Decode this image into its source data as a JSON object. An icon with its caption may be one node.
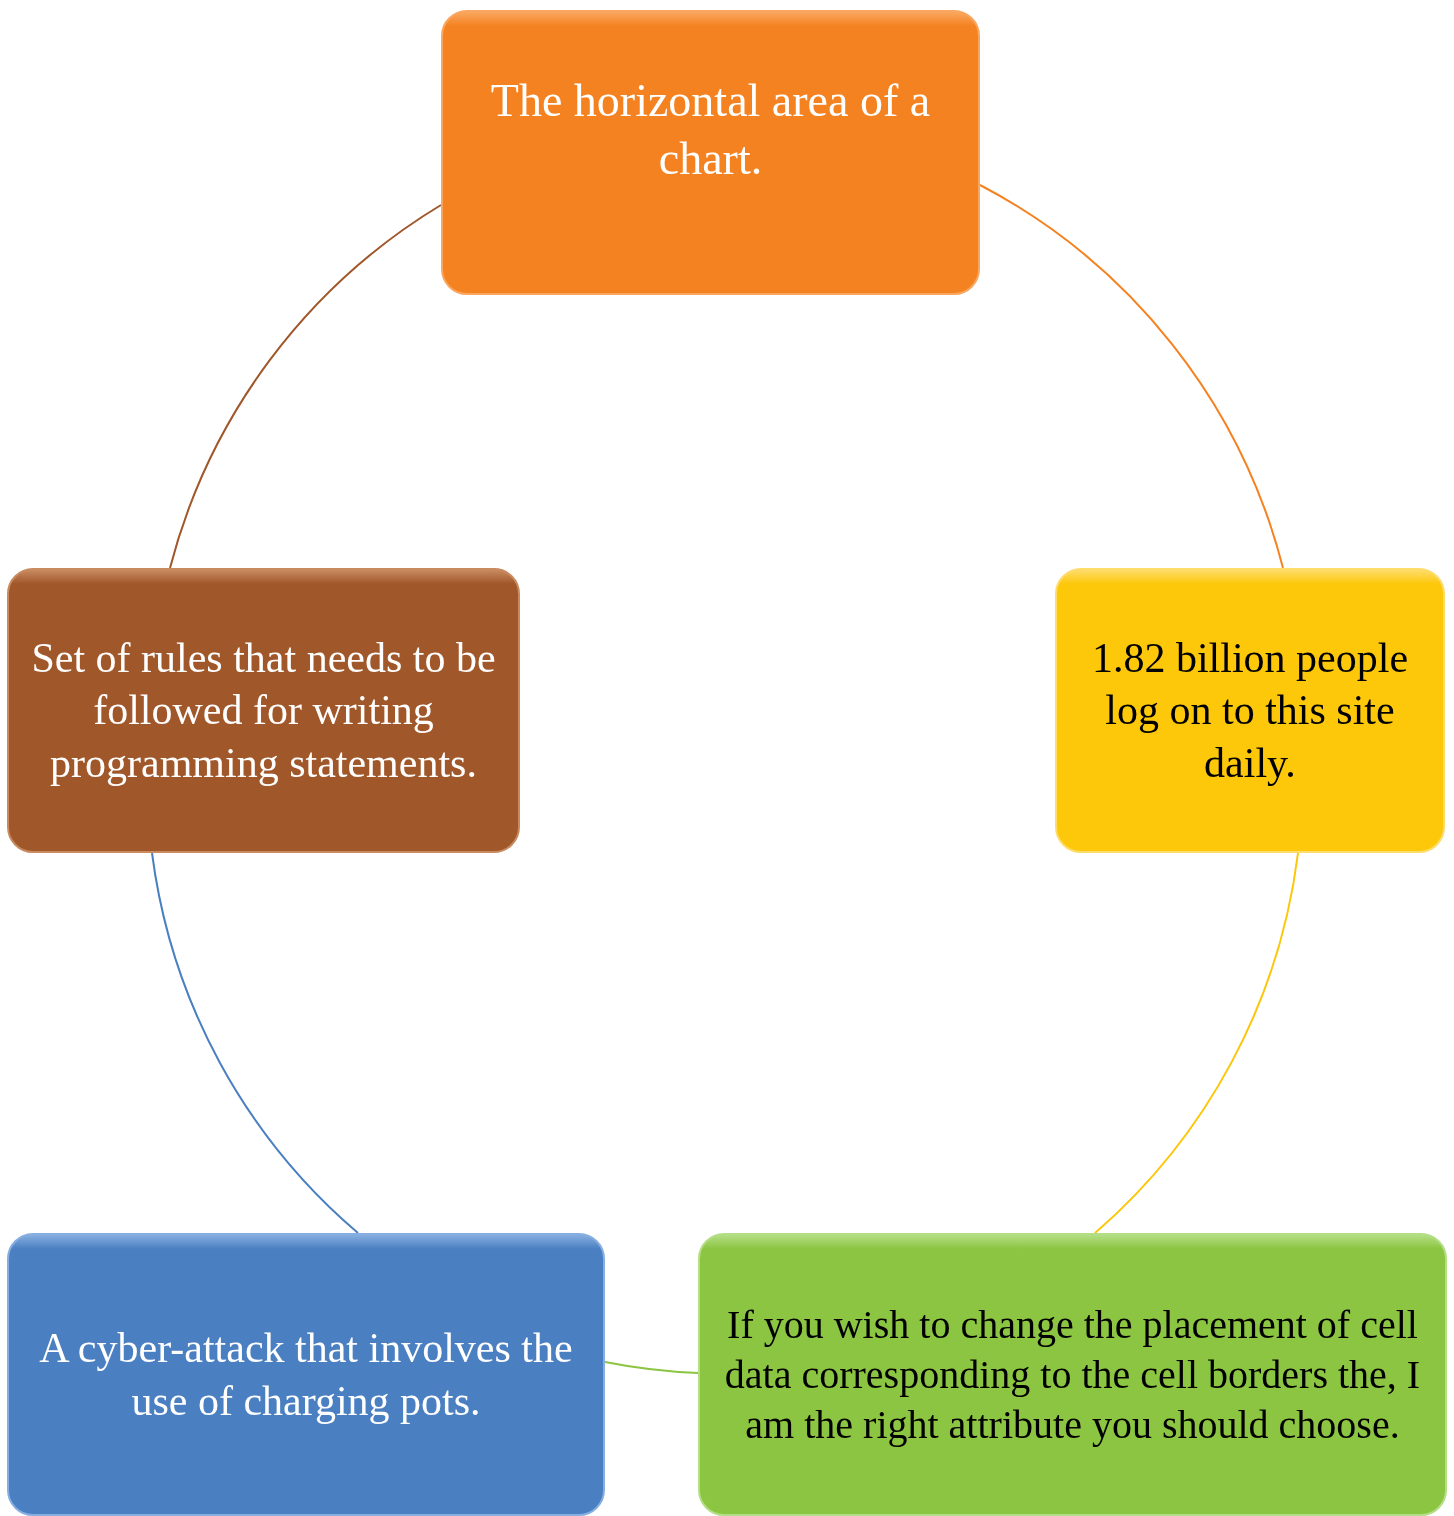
{
  "diagram": {
    "nodes": [
      {
        "text": [
          "The horizontal area of a chart."
        ]
      },
      {
        "text": [
          "1.82 billion people log on to this site daily."
        ]
      },
      {
        "text": [
          "If you wish to change the placement of cell data corresponding to the cell borders the, I am the right attribute you should choose."
        ]
      },
      {
        "text": [
          "A cyber-attack that involves the use of charging pots."
        ]
      },
      {
        "text": [
          "Set of rules that needs to be followed for writing programming statements."
        ]
      }
    ],
    "edges": [
      {
        "from": 0,
        "to": 1,
        "arrow": "none",
        "color": "#f58220"
      },
      {
        "from": 1,
        "to": 2,
        "arrow": "none",
        "color": "#fcc60a"
      },
      {
        "from": 2,
        "to": 3,
        "arrow": "none",
        "color": "#8bc541"
      },
      {
        "from": 3,
        "to": 4,
        "arrow": "none",
        "color": "#4a7fc1"
      },
      {
        "from": 4,
        "to": 0,
        "arrow": "none",
        "color": "#a0572a"
      }
    ]
  }
}
